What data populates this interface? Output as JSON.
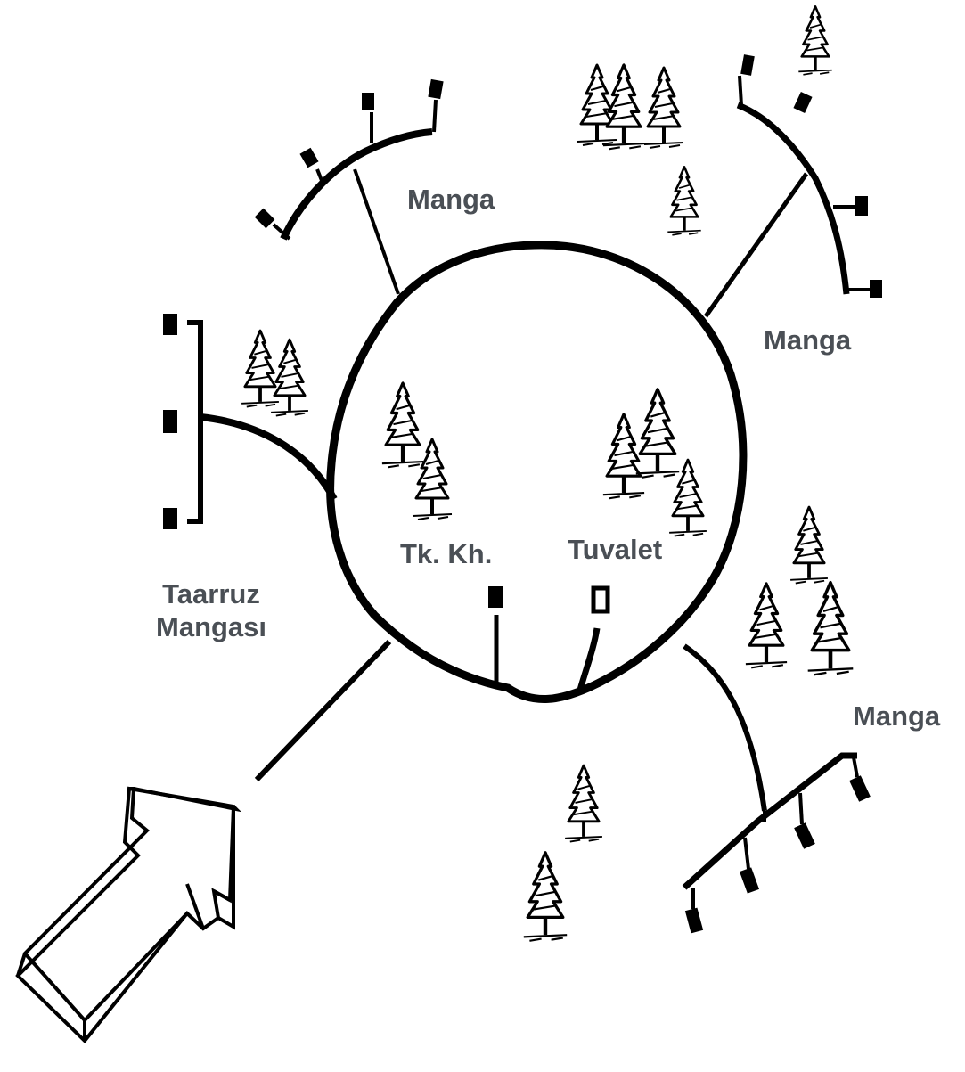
{
  "labels": {
    "squad_top": "Manga",
    "squad_right": "Manga",
    "squad_bottom_right": "Manga",
    "assault_line1": "Taarruz",
    "assault_line2": "Mangası",
    "command_post": "Tk. Kh.",
    "toilet": "Tuvalet"
  },
  "icons": {
    "tree": "tree-icon",
    "position": "fighting-position-icon",
    "arrow": "attack-direction-arrow-icon"
  },
  "colors": {
    "ink": "#000000",
    "label": "#4a4f55",
    "background": "#ffffff"
  }
}
